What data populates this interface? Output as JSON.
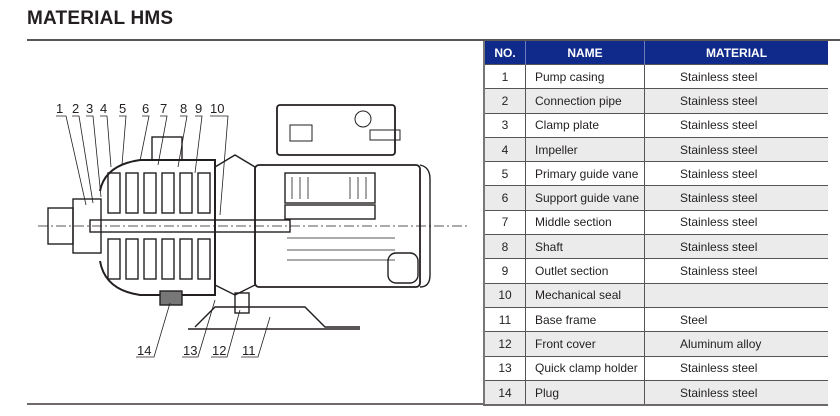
{
  "title": "MATERIAL HMS",
  "table": {
    "headers": [
      "NO.",
      "NAME",
      "MATERIAL"
    ],
    "rows": [
      {
        "no": "1",
        "name": "Pump casing",
        "material": "Stainless steel"
      },
      {
        "no": "2",
        "name": "Connection pipe",
        "material": "Stainless steel"
      },
      {
        "no": "3",
        "name": "Clamp plate",
        "material": "Stainless steel"
      },
      {
        "no": "4",
        "name": "Impeller",
        "material": "Stainless steel"
      },
      {
        "no": "5",
        "name": "Primary guide vane",
        "material": "Stainless steel"
      },
      {
        "no": "6",
        "name": "Support guide vane",
        "material": "Stainless steel"
      },
      {
        "no": "7",
        "name": "Middle section",
        "material": "Stainless steel"
      },
      {
        "no": "8",
        "name": "Shaft",
        "material": "Stainless steel"
      },
      {
        "no": "9",
        "name": "Outlet section",
        "material": "Stainless steel"
      },
      {
        "no": "10",
        "name": "Mechanical seal",
        "material": ""
      },
      {
        "no": "11",
        "name": "Base frame",
        "material": "Steel"
      },
      {
        "no": "12",
        "name": "Front cover",
        "material": "Aluminum alloy"
      },
      {
        "no": "13",
        "name": "Quick clamp holder",
        "material": "Stainless steel"
      },
      {
        "no": "14",
        "name": "Plug",
        "material": "Stainless steel"
      }
    ],
    "header_color": "#0f2a8a",
    "alt_row_color": "#ebebeb"
  },
  "diagram": {
    "top_labels": [
      "1",
      "2",
      "3",
      "4",
      "5",
      "6",
      "7",
      "8",
      "9",
      "10"
    ],
    "bottom_labels": [
      "14",
      "13",
      "12",
      "11"
    ]
  }
}
